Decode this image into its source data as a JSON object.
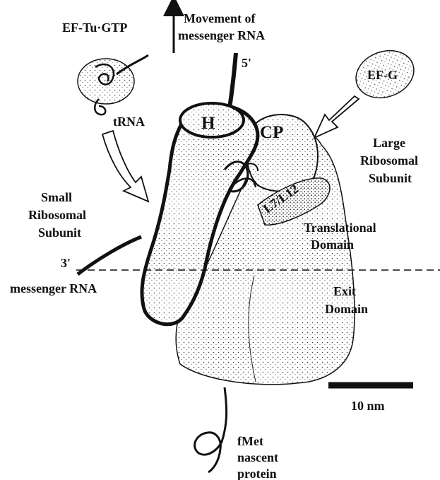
{
  "labels": {
    "movement_line1": "Movement of",
    "movement_line2": "messenger RNA",
    "five_prime": "5'",
    "three_prime": "3'",
    "mrna_bottom": "messenger RNA",
    "ef_tu": "EF-Tu·GTP",
    "trna": "tRNA",
    "ef_g": "EF-G",
    "head": "H",
    "central_protuberance": "CP",
    "large_subunit_1": "Large",
    "large_subunit_2": "Ribosomal",
    "large_subunit_3": "Subunit",
    "small_subunit_1": "Small",
    "small_subunit_2": "Ribosomal",
    "small_subunit_3": "Subunit",
    "l7_l12": "L7/L12",
    "translational_1": "Translational",
    "translational_2": "Domain",
    "exit_1": "Exit",
    "exit_2": "Domain",
    "scale": "10 nm",
    "fmet_1": "fMet",
    "fmet_2": "nascent",
    "fmet_3": "protein"
  },
  "colors": {
    "ink": "#111111",
    "background": "#ffffff"
  }
}
